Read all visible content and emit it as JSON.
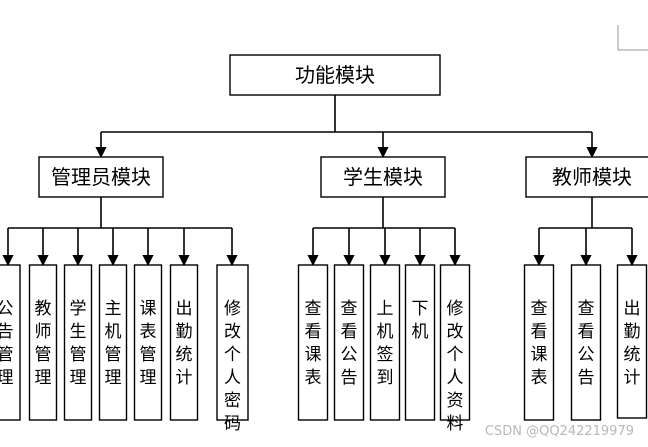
{
  "root": {
    "label": "功能模块"
  },
  "modules": [
    {
      "name": "admin",
      "label": "管理员模块",
      "children": [
        "公告管理",
        "教师管理",
        "学生管理",
        "主机管理",
        "课表管理",
        "出勤统计",
        "修改个人密码"
      ]
    },
    {
      "name": "student",
      "label": "学生模块",
      "children": [
        "查看课表",
        "查看公告",
        "上机签到",
        "下机",
        "修改个人资料"
      ]
    },
    {
      "name": "teacher",
      "label": "教师模块",
      "children": [
        "查看课表",
        "查看公告",
        "出勤统计"
      ]
    }
  ],
  "watermark": "CSDN @QQ242219979"
}
